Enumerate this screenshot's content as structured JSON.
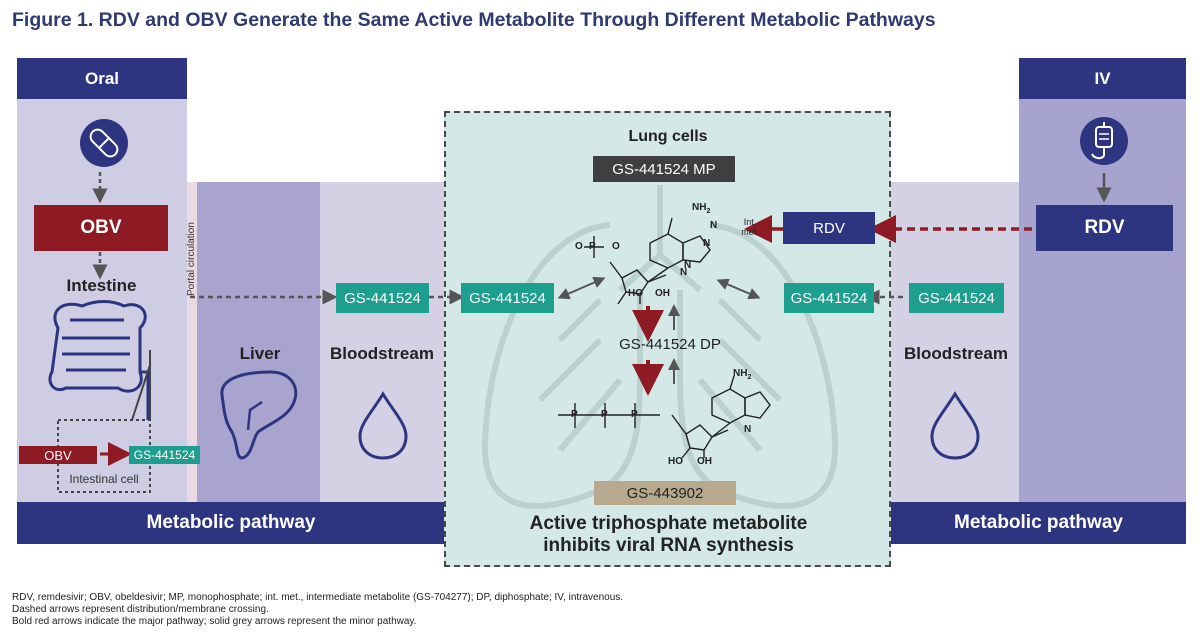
{
  "title": "Figure 1. RDV and OBV Generate the Same Active Metabolite Through Different Metabolic Pathways",
  "left": {
    "header": "Oral",
    "drug": "OBV",
    "organ": "Intestine",
    "cell_label": "Intestinal cell",
    "cell_drug": "OBV",
    "cell_product": "GS-441524",
    "portal_label": "Portal circulation",
    "liver_label": "Liver",
    "bloodstream_label": "Bloodstream",
    "blood_box": "GS-441524",
    "pathway_label": "Metabolic pathway"
  },
  "right": {
    "header": "IV",
    "drug": "RDV",
    "inner_drug": "RDV",
    "bloodstream_label": "Bloodstream",
    "blood_box": "GS-441524",
    "pathway_label": "Metabolic pathway"
  },
  "lung": {
    "title": "Lung cells",
    "mp_label": "GS-441524 MP",
    "dp_label": "GS-441524 DP",
    "tp_label": "GS-443902",
    "left_box": "GS-441524",
    "right_box": "GS-441524",
    "int_met_line1": "Int.",
    "int_met_line2": "met.",
    "bottom_line1": "Active triphosphate metabolite",
    "bottom_line2": "inhibits viral RNA synthesis"
  },
  "chem": {
    "nh2": "NH",
    "nh2_sub": "2",
    "n": "N",
    "o": "O",
    "o_minus": "O",
    "p": "P",
    "oh": "OH",
    "ho": "HO",
    "cn_n": "N"
  },
  "colors": {
    "navy": "#2e3580",
    "major_arrow": "#8e1b23",
    "minor_arrow": "#555555",
    "teal": "#1e9e8e",
    "lung_bg": "#d3e8e7"
  },
  "footnotes": [
    "RDV, remdesivir; OBV, obeldesivir; MP, monophosphate; int. met., intermediate metabolite (GS-704277); DP, diphosphate; IV, intravenous.",
    "Dashed arrows represent distribution/membrane crossing.",
    "Bold red arrows indicate the major pathway; solid grey arrows represent the minor pathway."
  ]
}
